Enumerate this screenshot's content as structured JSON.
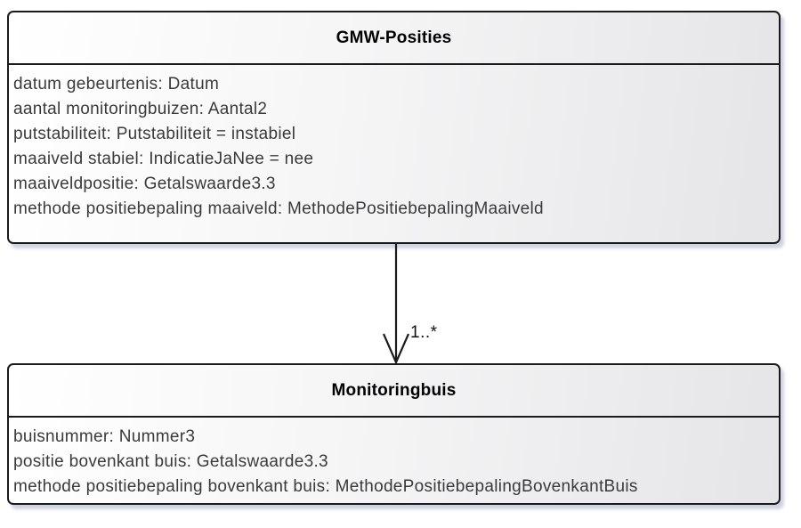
{
  "diagram": {
    "type": "uml-class-diagram",
    "classes": [
      {
        "name": "GMW-Posities",
        "attributes": [
          "datum gebeurtenis: Datum",
          "aantal monitoringbuizen: Aantal2",
          "putstabiliteit: Putstabiliteit = instabiel",
          "maaiveld stabiel: IndicatieJaNee = nee",
          "maaiveldpositie: Getalswaarde3.3",
          "methode positiebepaling maaiveld: MethodePositiebepalingMaaiveld"
        ]
      },
      {
        "name": "Monitoringbuis",
        "attributes": [
          "buisnummer: Nummer3",
          "positie bovenkant buis: Getalswaarde3.3",
          "methode positiebepaling bovenkant buis: MethodePositiebepalingBovenkantBuis"
        ]
      }
    ],
    "association": {
      "source": "GMW-Posities",
      "target": "Monitoringbuis",
      "multiplicity_label": "1..*",
      "arrow_style": "open-arrowhead-down"
    },
    "colors": {
      "box_border": "#1b1b1b",
      "box_fill_left": "#ffffff",
      "box_fill_right": "#e5e5e8",
      "shadow": "#c9cfdd",
      "title_text": "#000000",
      "attribute_text": "#3a3a3a",
      "connector": "#1b1b1b",
      "background": "#ffffff"
    }
  }
}
